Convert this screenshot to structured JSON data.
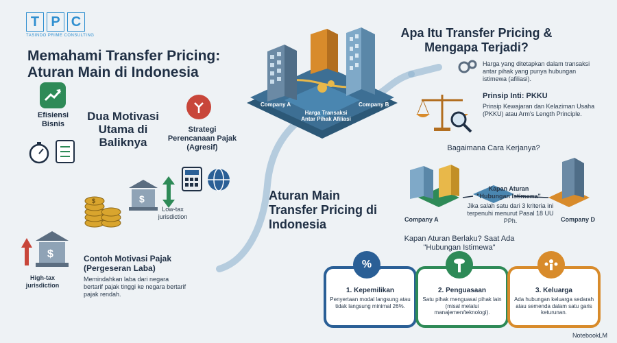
{
  "logo": {
    "letters": [
      "T",
      "P",
      "C"
    ],
    "subtitle": "TASINDO PRIME CONSULTING"
  },
  "main_title": "Memahami Transfer Pricing: Aturan Main di Indonesia",
  "left": {
    "efisiensi": "Efisiensi Bisnis",
    "motivasi": "Dua Motivasi Utama di Baliknya",
    "strategi": "Strategi Perencanaan Pajak (Agresif)",
    "low_tax": "Low-tax jurisdiction",
    "high_tax": "High-tax jurisdiction",
    "contoh_title": "Contoh Motivasi Pajak (Pergeseran Laba)",
    "contoh_text": "Memindahkan laba dari negara bertarif pajak tinggi ke negara bertarif pajak rendah."
  },
  "center": {
    "company_a": "Company A",
    "company_b": "Company B",
    "harga": "Harga Transaksi Antar Pihak Afiliasi",
    "aturan_title": "Aturan Main Transfer Pricing di Indonesia"
  },
  "right": {
    "apa_title": "Apa Itu Transfer Pricing & Mengapa Terjadi?",
    "apa_text": "Harga yang ditetapkan dalam transaksi antar pihak yang punya hubungan istimewa (afiliasi).",
    "prinsip_title": "Prinsip Inti: PKKU",
    "prinsip_text": "Prinsip Kewajaran dan Kelaziman Usaha (PKKU) atau Arm's Length Principle.",
    "cara": "Bagaimana Cara Kerjanya?",
    "kapan_title": "Kapan Aturan \"Hubungan Istimewa\"",
    "kapan_text": "Jika salah satu dari 3 kriteria ini terpenuhi menurut Pasal 18 UU PPh.",
    "company_a": "Company A",
    "company_d": "Company D",
    "kapan_berlaku": "Kapan Aturan Berlaku? Saat Ada \"Hubungan Istimewa\""
  },
  "cards": [
    {
      "title": "1. Kepemilikan",
      "text": "Penyertaan modal langsung atau tidak langsung minimal 26%.",
      "color": "#2a5f96"
    },
    {
      "title": "2. Penguasaan",
      "text": "Satu pihak menguasai pihak lain (misal melalui manajemen/teknologi).",
      "color": "#2e8a57"
    },
    {
      "title": "3. Keluarga",
      "text": "Ada hubungan keluarga sedarah atau semenda dalam satu garis keturunan.",
      "color": "#d88b2b"
    }
  ],
  "footer": "NotebookLM"
}
